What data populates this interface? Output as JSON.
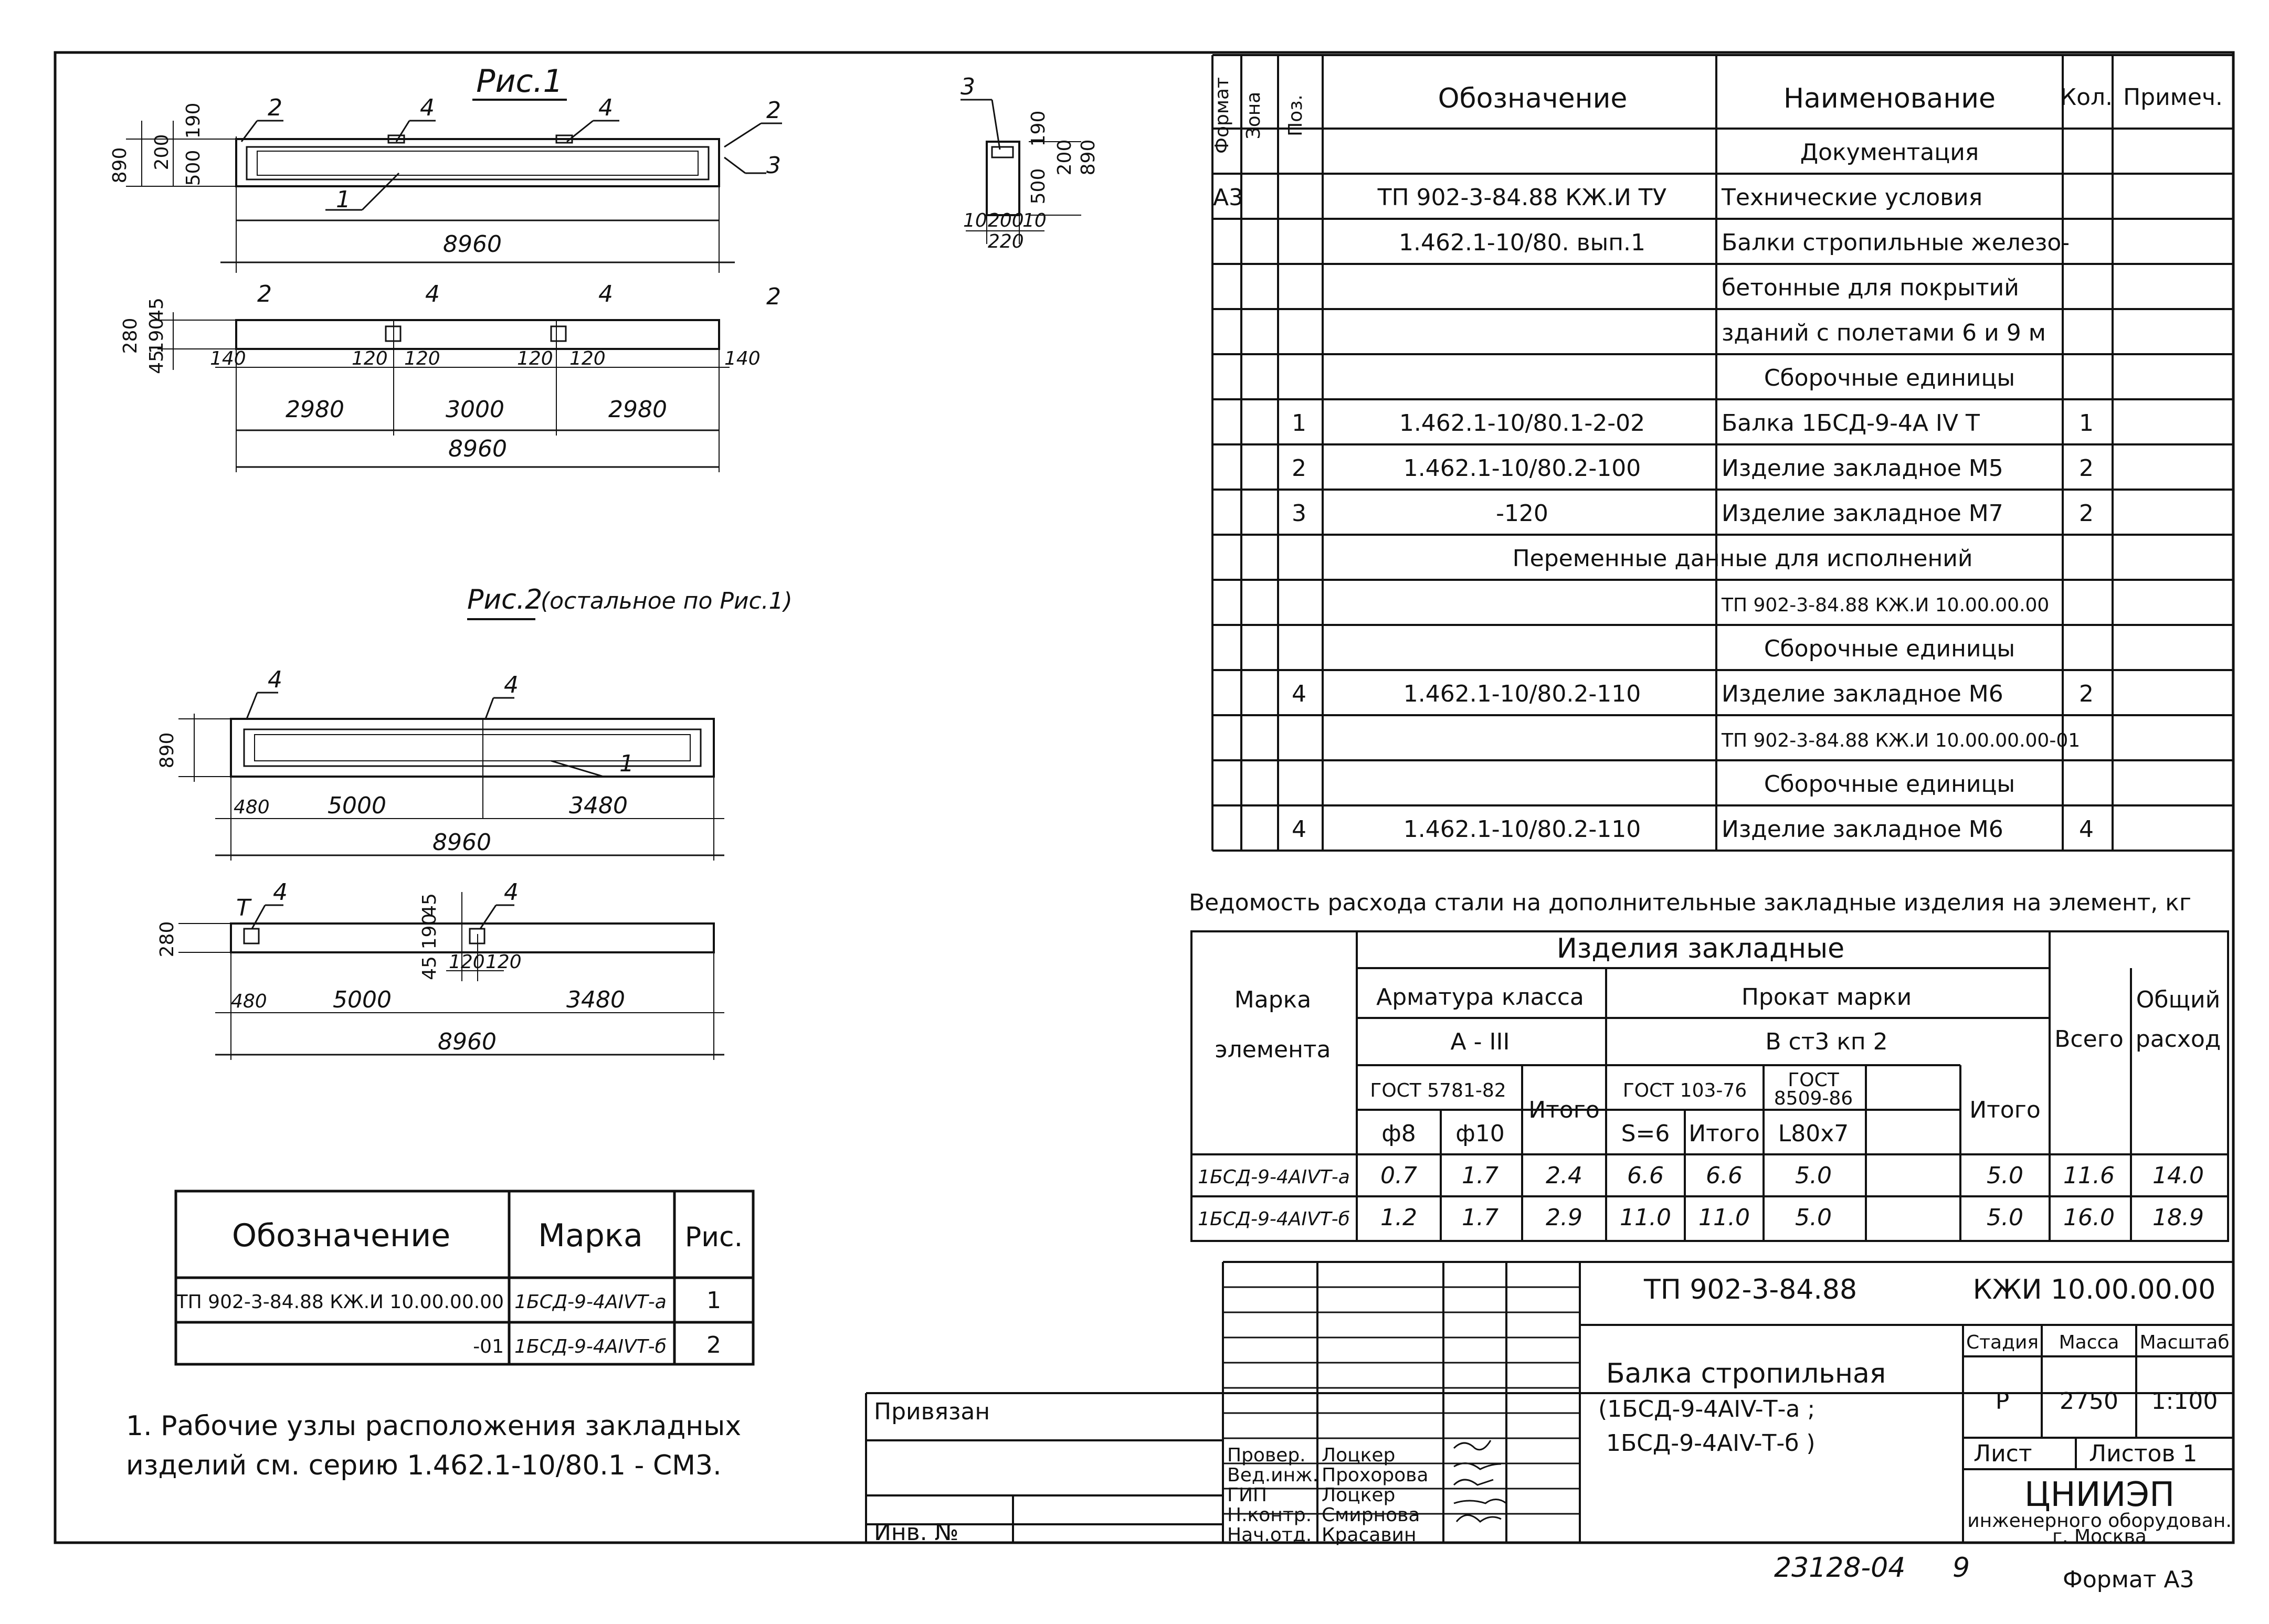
{
  "fig1": {
    "title": "Рис.1",
    "callouts": [
      "2",
      "4",
      "4",
      "2",
      "3",
      "1",
      "2",
      "4",
      "4",
      "2",
      "3"
    ],
    "dims_elevation": [
      "890",
      "200",
      "500",
      "190",
      "8960"
    ],
    "dims_plan": [
      "280",
      "45",
      "190",
      "45",
      "140",
      "120",
      "120",
      "120",
      "120",
      "140",
      "2980",
      "3000",
      "2980",
      "8960"
    ],
    "dims_section": [
      "190",
      "200",
      "500",
      "890",
      "10",
      "200",
      "10",
      "220"
    ]
  },
  "fig2": {
    "title": "Рис.2",
    "subtitle": "(остальное по Рис.1)",
    "callouts": [
      "4",
      "4",
      "1",
      "T",
      "4",
      "4"
    ],
    "dims_elevation": [
      "890",
      "480",
      "5000",
      "3480",
      "8960"
    ],
    "dims_plan": [
      "280",
      "45",
      "190",
      "45",
      "120",
      "120",
      "480",
      "5000",
      "3480",
      "8960"
    ]
  },
  "spec": {
    "headers": {
      "format": "Формат",
      "zone": "Зона",
      "pos": "Поз.",
      "designation": "Обозначение",
      "name": "Наименование",
      "qty": "Кол.",
      "note": "Примеч."
    },
    "rows": [
      {
        "format": "",
        "pos": "",
        "designation": "",
        "name": "Документация",
        "qty": "",
        "section": true
      },
      {
        "format": "А3",
        "pos": "",
        "designation": "ТП 902-3-84.88          КЖ.И ТУ",
        "name": "Технические условия",
        "qty": ""
      },
      {
        "format": "",
        "pos": "",
        "designation": "1.462.1-10/80. вып.1",
        "name": "Балки стропильные железо-",
        "qty": ""
      },
      {
        "format": "",
        "pos": "",
        "designation": "",
        "name": "бетонные для покрытий",
        "qty": ""
      },
      {
        "format": "",
        "pos": "",
        "designation": "",
        "name": "зданий с полетами 6 и 9 м",
        "qty": ""
      },
      {
        "format": "",
        "pos": "",
        "designation": "",
        "name": "Сборочные единицы",
        "qty": "",
        "section": true
      },
      {
        "format": "",
        "pos": "1",
        "designation": "1.462.1-10/80.1-2-02",
        "name": "Балка 1БСД-9-4А IV Т",
        "qty": "1"
      },
      {
        "format": "",
        "pos": "2",
        "designation": "1.462.1-10/80.2-100",
        "name": "Изделие закладное М5",
        "qty": "2"
      },
      {
        "format": "",
        "pos": "3",
        "designation": "-120",
        "name": "Изделие закладное М7",
        "qty": "2"
      },
      {
        "format": "",
        "pos": "",
        "designation": "",
        "name": "Переменные данные для исполнений",
        "qty": "",
        "wide": true
      },
      {
        "format": "",
        "pos": "",
        "designation": "",
        "name": "ТП 902-3-84.88   КЖ.И 10.00.00.00",
        "qty": "",
        "small": true
      },
      {
        "format": "",
        "pos": "",
        "designation": "",
        "name": "Сборочные единицы",
        "qty": "",
        "section": true
      },
      {
        "format": "",
        "pos": "4",
        "designation": "1.462.1-10/80.2-110",
        "name": "Изделие закладное М6",
        "qty": "2"
      },
      {
        "format": "",
        "pos": "",
        "designation": "",
        "name": "ТП 902-3-84.88  КЖ.И 10.00.00.00-01",
        "qty": "",
        "small": true
      },
      {
        "format": "",
        "pos": "",
        "designation": "",
        "name": "Сборочные единицы",
        "qty": "",
        "section": true
      },
      {
        "format": "",
        "pos": "4",
        "designation": "1.462.1-10/80.2-110",
        "name": "Изделие закладное М6",
        "qty": "4"
      }
    ]
  },
  "steel": {
    "title": "Ведомость расхода стали на дополнительные закладные изделия на элемент, кг",
    "h_mark": [
      "Марка",
      "элемента"
    ],
    "h_items": "Изделия     закладные",
    "h_rebar": "Арматура класса",
    "h_rebar_class": "А - III",
    "h_prokat": "Прокат     марки",
    "h_prokat_grade": "В ст3     кп 2",
    "h_gost5781": "ГОСТ 5781-82",
    "h_itogo": "Итого",
    "h_gost103": "ГОСТ 103-76",
    "h_gost8509_a": "ГОСТ",
    "h_gost8509_b": "8509-86",
    "h_itogo2": "Итого",
    "h_total": "Всего",
    "h_overall": [
      "Общий",
      "расход"
    ],
    "h_d8": "ф8",
    "h_d10": "ф10",
    "h_s6": "S=6",
    "h_itogo3": "Итого",
    "h_l80": "L80x7",
    "rows": [
      {
        "mark": "1БСД-9-4АIVТ-а",
        "d8": "0.7",
        "d10": "1.7",
        "sum1": "2.4",
        "s6": "6.6",
        "sum2": "6.6",
        "l80": "5.0",
        "empty": "",
        "sum3": "5.0",
        "total": "11.6",
        "overall": "14.0"
      },
      {
        "mark": "1БСД-9-4АIVТ-б",
        "d8": "1.2",
        "d10": "1.7",
        "sum1": "2.9",
        "s6": "11.0",
        "sum2": "11.0",
        "l80": "5.0",
        "empty": "",
        "sum3": "5.0",
        "total": "16.0",
        "overall": "18.9"
      }
    ]
  },
  "marks": {
    "headers": {
      "designation": "Обозначение",
      "mark": "Марка",
      "fig": "Рис."
    },
    "rows": [
      {
        "designation": "ТП 902-3-84.88   КЖ.И 10.00.00.00",
        "mark": "1БСД-9-4АIVТ-а",
        "fig": "1"
      },
      {
        "designation": "-01",
        "mark": "1БСД-9-4АIVТ-б",
        "fig": "2"
      }
    ]
  },
  "note": {
    "line1": "1. Рабочие узлы расположения закладных",
    "line2": "изделий см. серию 1.462.1-10/80.1 - СМ3."
  },
  "titleblock": {
    "code": "ТП 902-3-84.88",
    "code2": "КЖИ 10.00.00.00",
    "name1": "Балка   стропильная",
    "name2": "(1БСД-9-4АIV-Т-а ;",
    "name3": "1БСД-9-4АIV-Т-б )",
    "stage_label": "Стадия",
    "mass_label": "Масса",
    "scale_label": "Масштаб",
    "stage": "Р",
    "mass": "2750",
    "scale": "1:100",
    "sheet_label": "Лист",
    "sheets_label": "Листов 1",
    "org": "ЦНИИЭП",
    "org2": "инженерного оборудован.",
    "org3": "г. Москва",
    "privyazan": "Привязан",
    "inv": "Инв. №",
    "roles": [
      "Провер.",
      "Вед.инж.",
      "ГИП",
      "Н.контр.",
      "Нач.отд."
    ],
    "people": [
      "Лоцкер",
      "Прохорова",
      "Лоцкер",
      "Смирнова",
      "Красавин"
    ]
  },
  "footer": {
    "number": "23128-04",
    "sheet": "9",
    "format": "Формат А3"
  }
}
